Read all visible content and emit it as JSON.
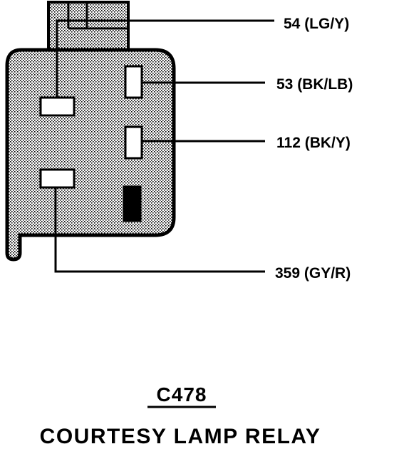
{
  "connector": {
    "id": "C478",
    "name": "COURTESY LAMP RELAY"
  },
  "wires": [
    {
      "circuit": "54",
      "color": "LG/Y",
      "label": "54 (LG/Y)"
    },
    {
      "circuit": "53",
      "color": "BK/LB",
      "label": "53 (BK/LB)"
    },
    {
      "circuit": "112",
      "color": "BK/Y",
      "label": "112 (BK/Y)"
    },
    {
      "circuit": "359",
      "color": "GY/R",
      "label": "359 (GY/R)"
    }
  ],
  "colors": {
    "ink": "#000000",
    "body_fill": "#c8c8c8",
    "paper": "#ffffff"
  }
}
